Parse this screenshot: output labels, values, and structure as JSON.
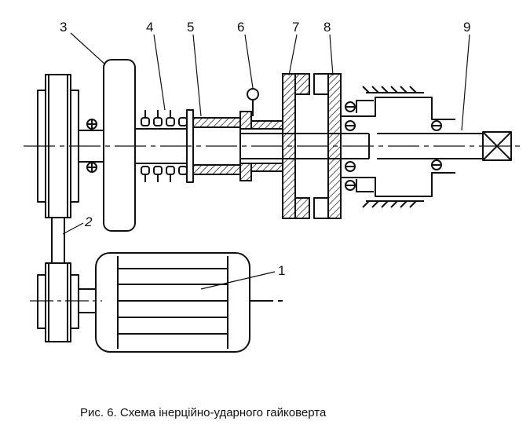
{
  "figure": {
    "caption": "Рис. 6. Схема інерційно-ударного гайковерта",
    "labels": [
      "1",
      "2",
      "3",
      "4",
      "5",
      "6",
      "7",
      "8",
      "9"
    ]
  },
  "parts": [
    {
      "id": "1",
      "kind": "electric-motor-icon"
    },
    {
      "id": "2",
      "kind": "belt-drive-icon"
    },
    {
      "id": "3",
      "kind": "flywheel-icon"
    },
    {
      "id": "4",
      "kind": "spring-icon"
    },
    {
      "id": "5",
      "kind": "sliding-sleeve-icon"
    },
    {
      "id": "6",
      "kind": "lever-handle-icon"
    },
    {
      "id": "7",
      "kind": "driving-clutch-half-icon"
    },
    {
      "id": "8",
      "kind": "driven-clutch-half-icon"
    },
    {
      "id": "9",
      "kind": "output-spindle-icon"
    }
  ]
}
